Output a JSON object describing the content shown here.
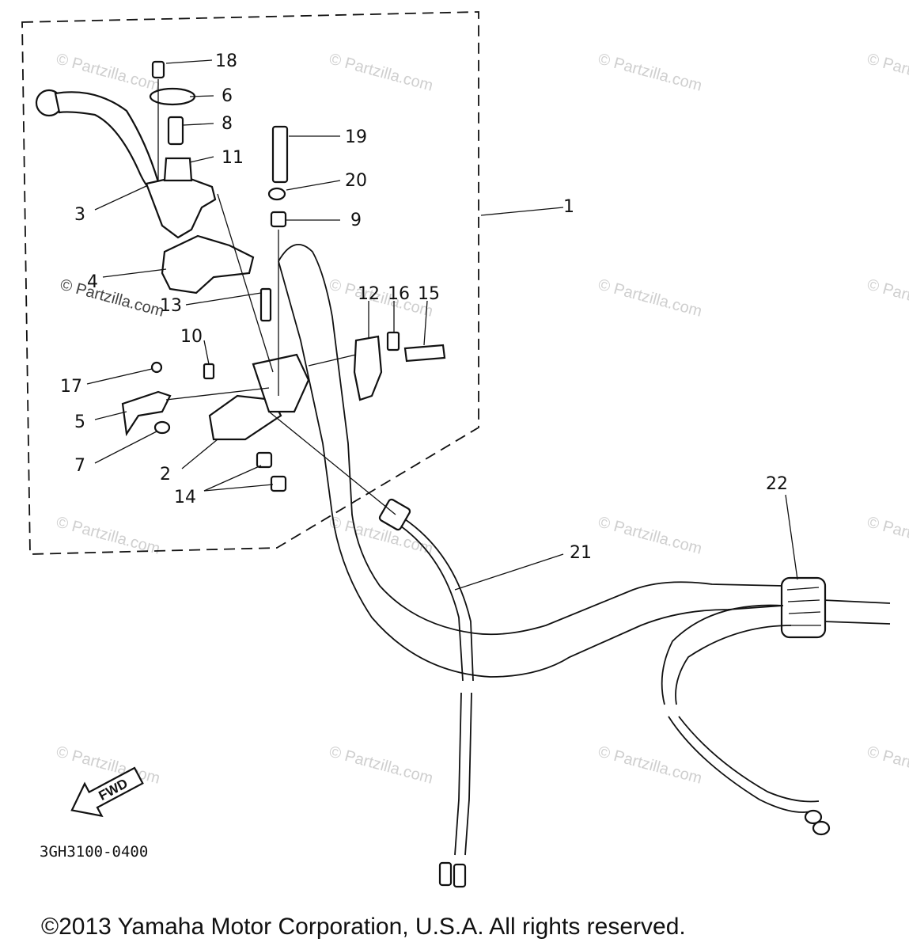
{
  "callouts": [
    {
      "n": "1"
    },
    {
      "n": "2"
    },
    {
      "n": "3"
    },
    {
      "n": "4"
    },
    {
      "n": "5"
    },
    {
      "n": "6"
    },
    {
      "n": "7"
    },
    {
      "n": "8"
    },
    {
      "n": "9"
    },
    {
      "n": "10"
    },
    {
      "n": "11"
    },
    {
      "n": "12"
    },
    {
      "n": "13"
    },
    {
      "n": "14"
    },
    {
      "n": "15"
    },
    {
      "n": "16"
    },
    {
      "n": "17"
    },
    {
      "n": "18"
    },
    {
      "n": "19"
    },
    {
      "n": "20"
    },
    {
      "n": "21"
    },
    {
      "n": "22"
    }
  ],
  "watermark": "© Partzilla.com",
  "fwd_label": "FWD",
  "diagram_code": "3GH3100-0400",
  "copyright": "©2013 Yamaha Motor Corporation, U.S.A. All rights reserved."
}
